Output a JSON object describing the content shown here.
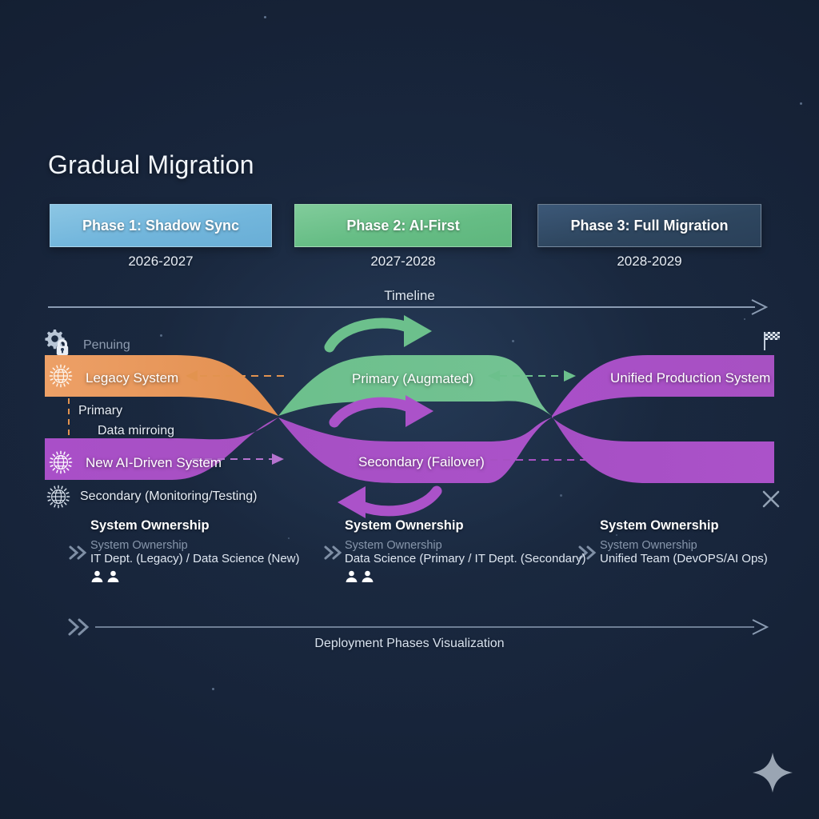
{
  "title": "Gradual Migration",
  "phases": [
    {
      "label": "Phase 1: Shadow Sync",
      "date": "2026-2027",
      "color": "#72b6dc"
    },
    {
      "label": "Phase 2: AI-First",
      "date": "2027-2028",
      "color": "#66bd85"
    },
    {
      "label": "Phase 3: Full Migration",
      "date": "2028-2029",
      "color": "#2e465f"
    }
  ],
  "timeline": {
    "label": "Timeline"
  },
  "status": {
    "pending": "Penuing"
  },
  "ribbons": {
    "legacy": "Legacy System",
    "new_ai": "New AI-Driven System",
    "primary_augmented": "Primary (Augmated)",
    "secondary_failover": "Secondary (Failover)",
    "unified": "Unified Production System"
  },
  "sub_labels": {
    "primary": "Primary",
    "data_mirroring": "Data mirroing",
    "secondary_monitoring": "Secondary (Monitoring/Testing)"
  },
  "ownership": [
    {
      "title": "System Ownership",
      "subtitle": "System Ownership",
      "value": "IT Dept. (Legacy) / Data Science (New)",
      "people": 2
    },
    {
      "title": "System Ownership",
      "subtitle": "System Ownership",
      "value": "Data Science (Primary / IT Dept. (Secondary)",
      "people": 2
    },
    {
      "title": "System Ownership",
      "subtitle": "System Ownership",
      "value": "Unified Team (DevOPS/AI Ops)",
      "people": 0
    }
  ],
  "bottom": {
    "caption": "Deployment Phases Visualization"
  },
  "icons": {
    "gear_lock": "gear-lock-icon",
    "globe": "globe-network-icon",
    "flag": "checkered-flag-icon",
    "close": "x-icon",
    "sparkle": "sparkle-icon",
    "chevron": "double-chevron-right-icon",
    "people": "people-icon"
  },
  "colors": {
    "background": "#131d2e",
    "legacy_orange": "#e8975a",
    "green": "#6dbf8b",
    "purple": "#a350c0",
    "phase1_blue": "#72b6dc",
    "phase3_navy": "#2e465f",
    "axis_gray": "#8fa0b5"
  }
}
